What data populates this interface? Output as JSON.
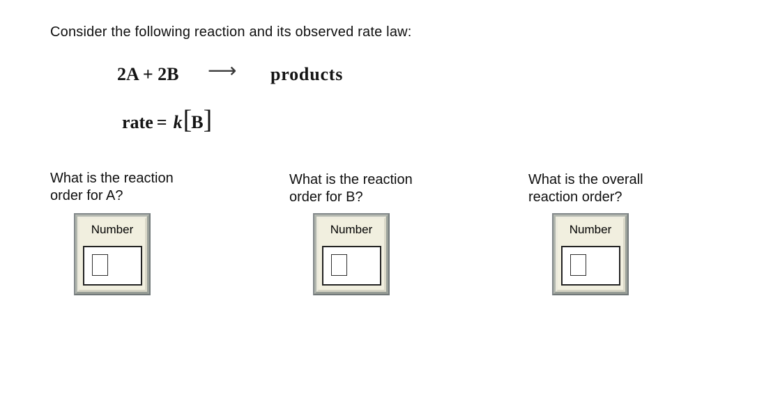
{
  "title": "Consider the following reaction and its observed rate law:",
  "equation": {
    "reactants": "2A + 2B",
    "arrow_icon": "⟶",
    "products": "products"
  },
  "rate_law": {
    "lhs": "rate",
    "equals": "=",
    "constant": "k",
    "open_bracket": "[",
    "species": "B",
    "close_bracket": "]"
  },
  "questions": [
    {
      "line1": "What is the reaction",
      "line2": "order for A?",
      "widget_label": "Number",
      "value": ""
    },
    {
      "line1": "What is the reaction",
      "line2": "order for B?",
      "widget_label": "Number",
      "value": ""
    },
    {
      "line1": "What is the overall",
      "line2": "reaction order?",
      "widget_label": "Number",
      "value": ""
    }
  ],
  "colors": {
    "page_bg": "#ffffff",
    "text": "#0e0e0e",
    "widget_bg": "#f1efdf",
    "frame_gray": "#83898b",
    "field_border": "#222222"
  }
}
